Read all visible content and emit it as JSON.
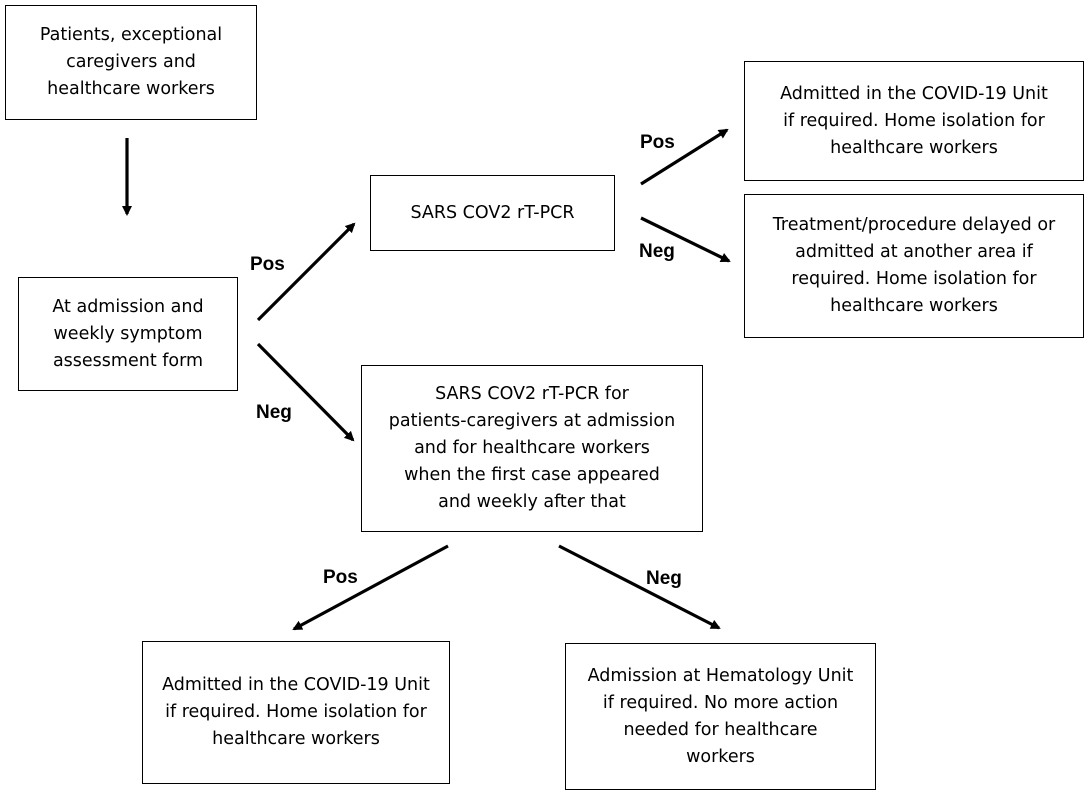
{
  "nodes": {
    "start": "Patients, exceptional\ncaregivers and\nhealthcare workers",
    "assessment": "At admission and\nweekly symptom\nassessment form",
    "pcr_symptomatic": "SARS COV2 rT-PCR",
    "pos_result_top": "Admitted in the COVID-19 Unit\nif required. Home isolation for\nhealthcare workers",
    "neg_result_top": "Treatment/procedure delayed or\nadmitted at another area if\nrequired. Home isolation for\nhealthcare workers",
    "pcr_screening": "SARS COV2 rT-PCR for\npatients-caregivers at admission\nand for healthcare workers\nwhen the first case appeared\nand weekly after that",
    "pos_result_bottom": "Admitted in the COVID-19 Unit\nif required. Home isolation for\nhealthcare workers",
    "neg_result_bottom": "Admission at Hematology Unit\nif required. No more action\nneeded for healthcare\nworkers"
  },
  "edge_labels": {
    "assessment_pos": "Pos",
    "assessment_neg": "Neg",
    "pcr_top_pos": "Pos",
    "pcr_top_neg": "Neg",
    "pcr_bottom_pos": "Pos",
    "pcr_bottom_neg": "Neg"
  }
}
